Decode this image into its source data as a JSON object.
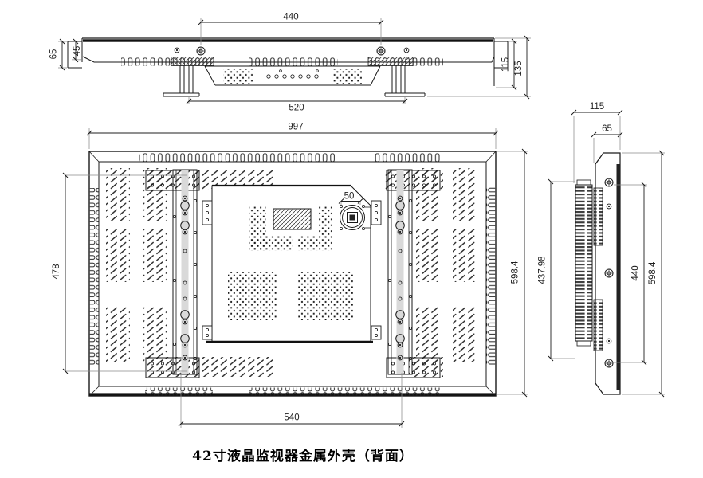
{
  "drawing": {
    "caption": "42寸液晶监视器金属外壳（背面）",
    "top_view": {
      "screw_spacing": "440",
      "foot_spacing": "520",
      "edge_depth": "65",
      "inner_depth": "45",
      "body_depth": "115",
      "total_depth": "135"
    },
    "back_view": {
      "overall_width": "997",
      "rail_hole_span": "478",
      "overall_height": "598.4",
      "bracket_spacing": "540",
      "fan_hole_spacing": "50"
    },
    "side_view": {
      "total_depth": "115",
      "front_depth": "65",
      "rail_span": "437.98",
      "screw_span": "440",
      "overall_height": "598.4"
    }
  }
}
